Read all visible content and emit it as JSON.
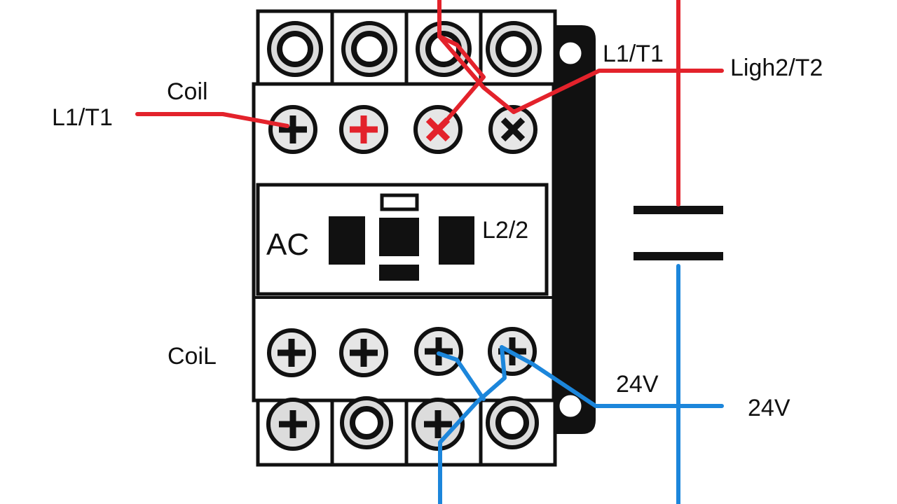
{
  "labels": {
    "coil_top": "Coil",
    "l1t1_left": "L1/T1",
    "l1t1_right": "L1/T1",
    "light_t2": "Ligh2/T2",
    "ac": "AC",
    "l2_2": "L2/2",
    "coil_bottom": "CoiL",
    "v24_inner": "24V",
    "v24_outer": "24V"
  },
  "colors": {
    "line_wire": "#e3222b",
    "control_wire": "#1c86db",
    "outline": "#111111",
    "screw_face": "#e6e6e6",
    "body": "#ffffff"
  },
  "components": {
    "contactor": "contactor-body",
    "capacitor": "capacitor-symbol"
  },
  "icons": {
    "screw_cross": "plus-screw-icon",
    "screw_x": "x-screw-icon",
    "screw_hex": "round-screw-icon"
  }
}
